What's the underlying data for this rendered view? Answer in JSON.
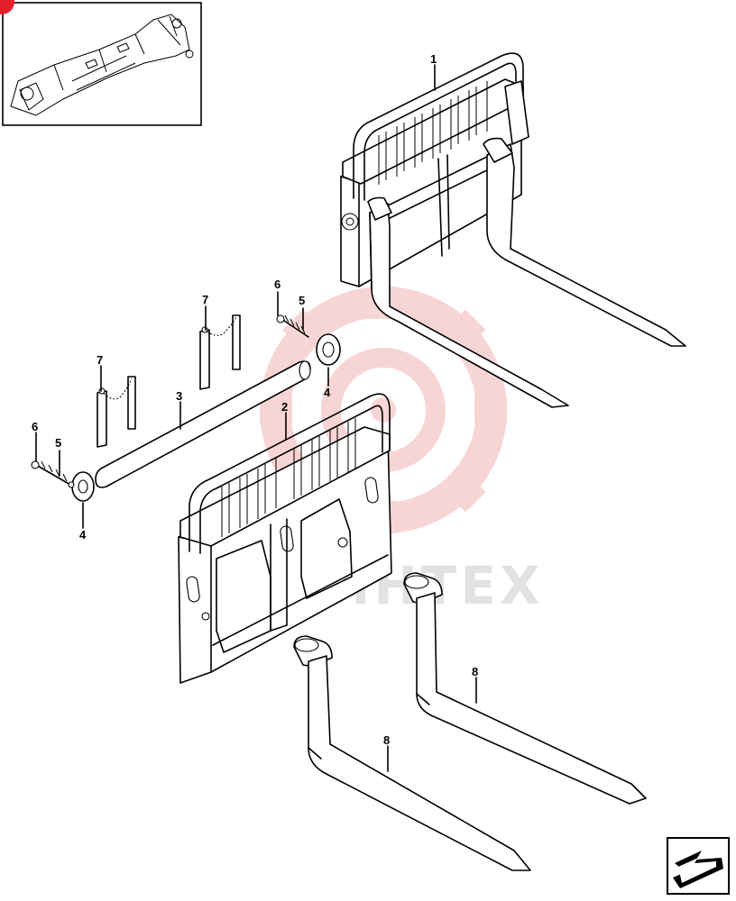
{
  "watermark": {
    "text": "МИНТЕХ",
    "color": "#f4b4b4"
  },
  "badge_color": "#e41e2b",
  "nav": {
    "icon": "next-page-arrow-icon"
  },
  "callouts": [
    {
      "id": "c1",
      "text": "1"
    },
    {
      "id": "c2",
      "text": "2"
    },
    {
      "id": "c3",
      "text": "3"
    },
    {
      "id": "c4a",
      "text": "4"
    },
    {
      "id": "c4b",
      "text": "4"
    },
    {
      "id": "c5a",
      "text": "5"
    },
    {
      "id": "c5b",
      "text": "5"
    },
    {
      "id": "c6a",
      "text": "6"
    },
    {
      "id": "c6b",
      "text": "6"
    },
    {
      "id": "c7a",
      "text": "7"
    },
    {
      "id": "c7b",
      "text": "7"
    },
    {
      "id": "c8a",
      "text": "8"
    },
    {
      "id": "c8b",
      "text": "8"
    }
  ]
}
